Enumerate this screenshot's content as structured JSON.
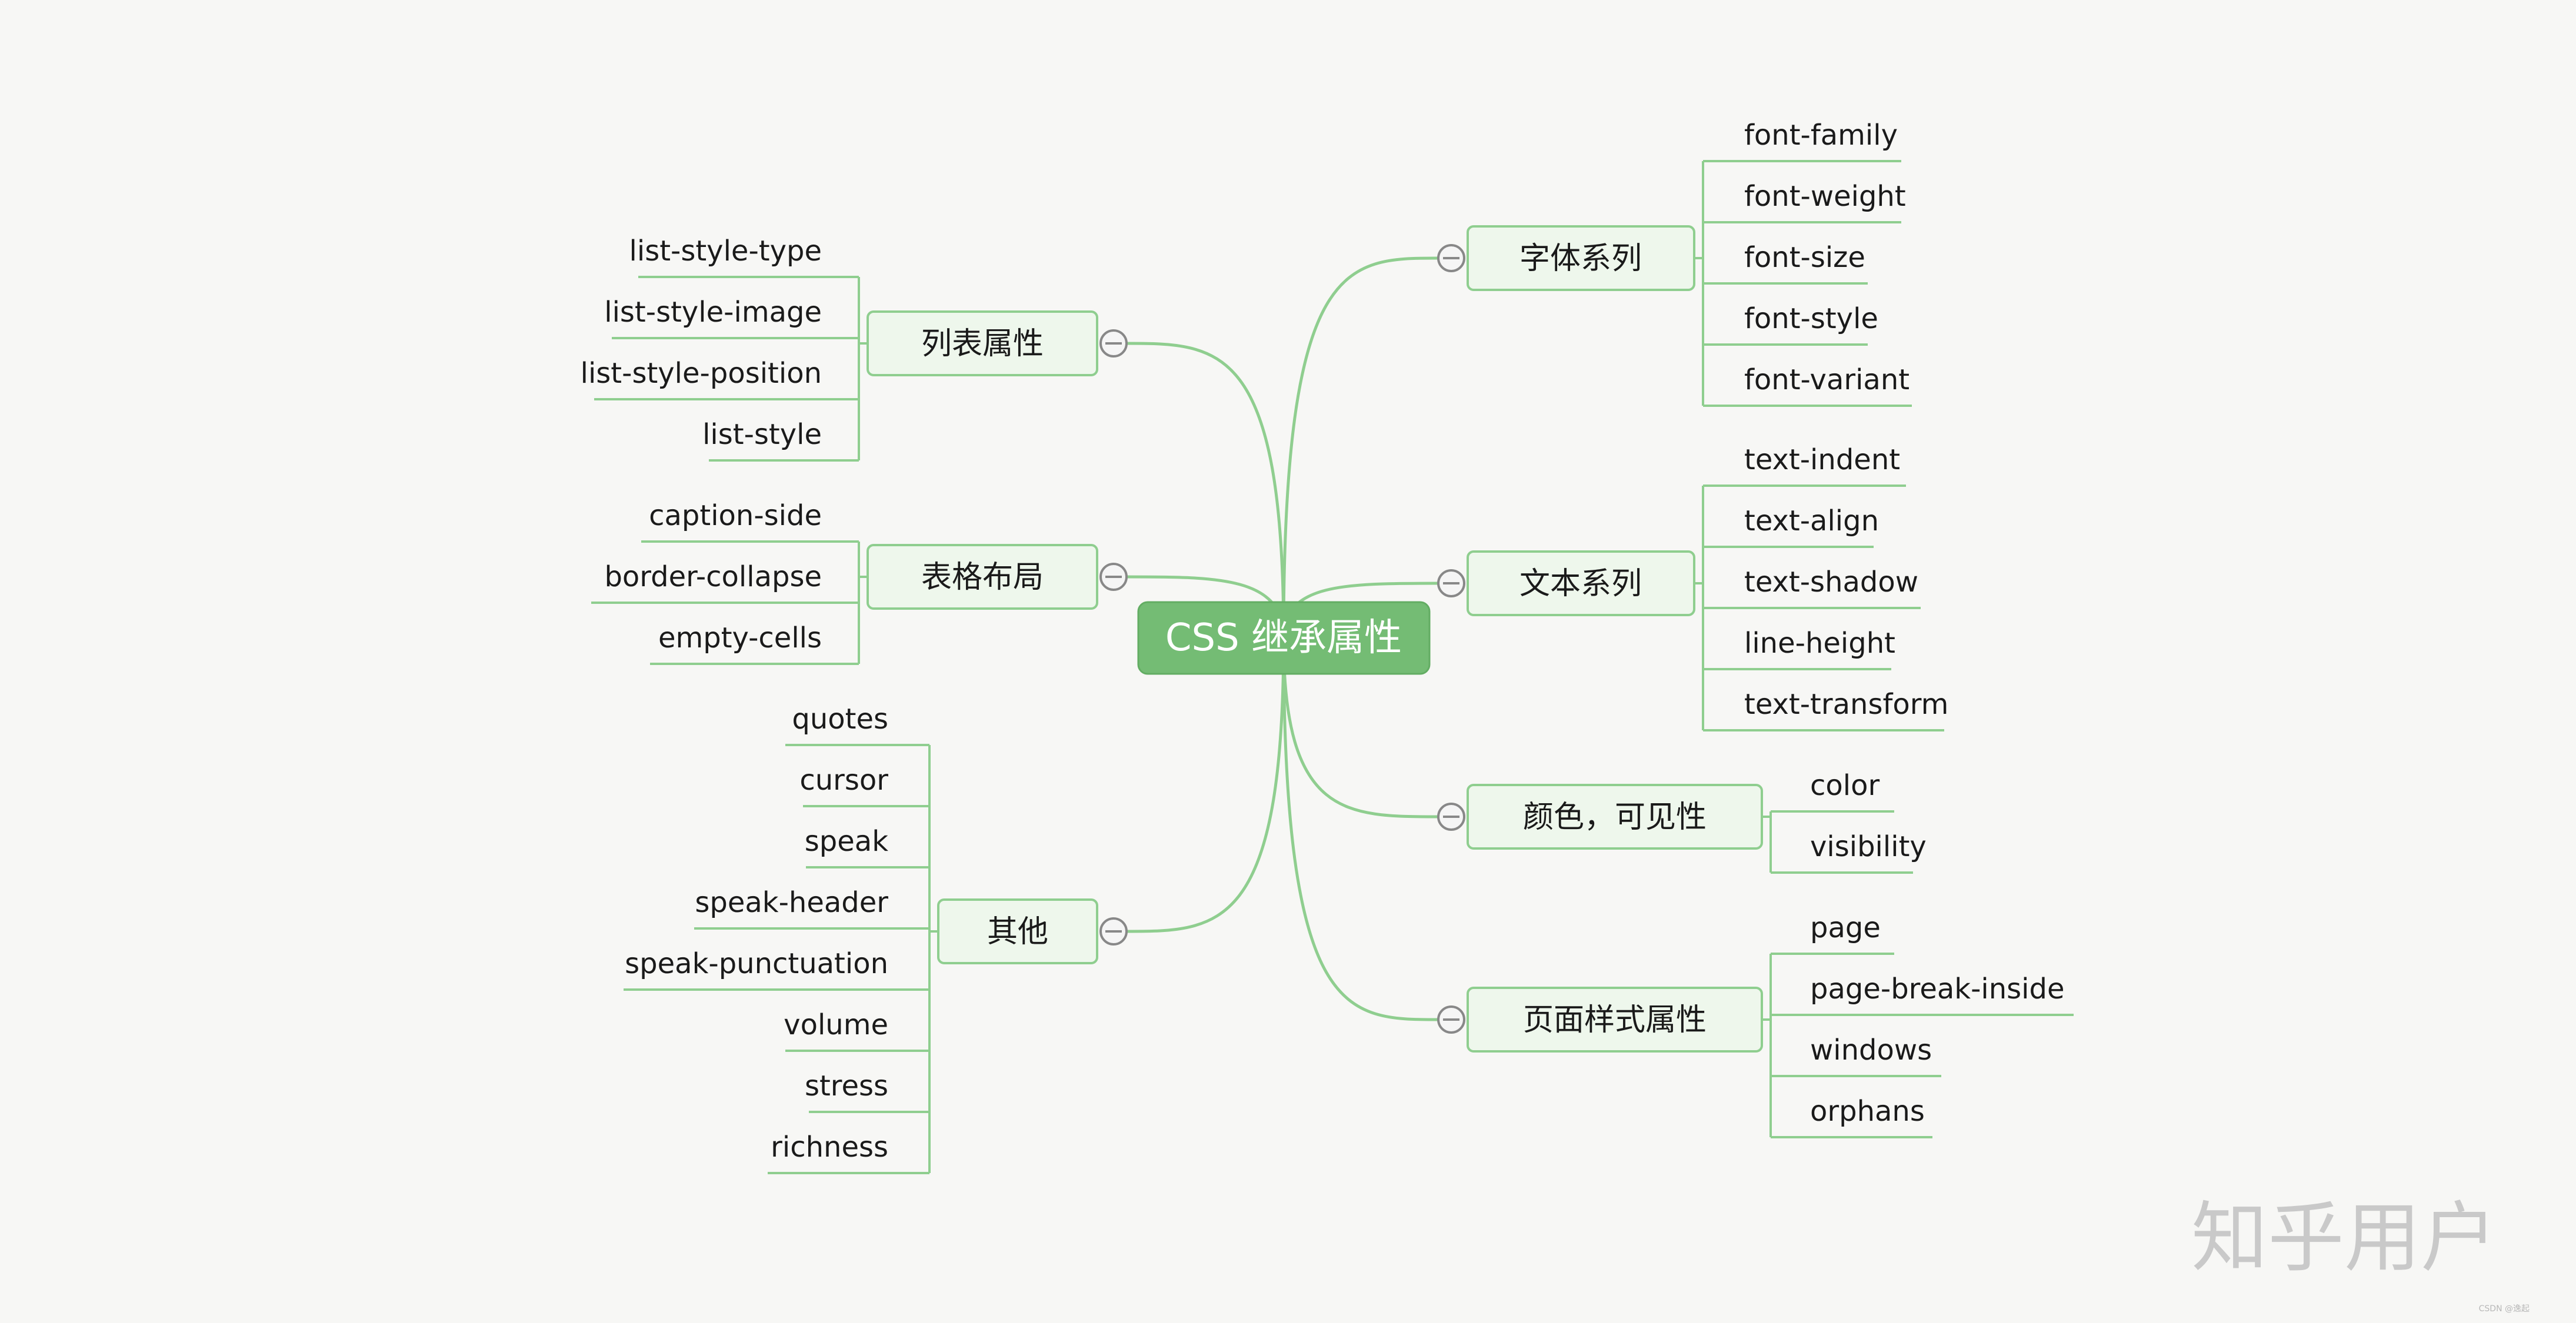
{
  "root": {
    "label": "CSS 继承属性"
  },
  "right_topics": [
    {
      "label": "字体系列",
      "children": [
        "font-family",
        "font-weight",
        "font-size",
        "font-style",
        "font-variant"
      ]
    },
    {
      "label": "文本系列",
      "children": [
        "text-indent",
        "text-align",
        "text-shadow",
        "line-height",
        "text-transform"
      ]
    },
    {
      "label": "颜色，可见性",
      "children": [
        "color",
        "visibility"
      ]
    },
    {
      "label": "页面样式属性",
      "children": [
        "page",
        "page-break-inside",
        "windows",
        "orphans"
      ]
    }
  ],
  "left_topics": [
    {
      "label": "列表属性",
      "children": [
        "list-style-type",
        "list-style-image",
        "list-style-position",
        "list-style"
      ]
    },
    {
      "label": "表格布局",
      "children": [
        "caption-side",
        "border-collapse",
        "empty-cells"
      ]
    },
    {
      "label": "其他",
      "children": [
        "quotes",
        "cursor",
        "speak",
        "speak-header",
        "speak-punctuation",
        "volume",
        "stress",
        "richness"
      ]
    }
  ],
  "watermark": {
    "text": "知乎用户",
    "small": "CSDN @逸起"
  },
  "colors": {
    "root_fill": "#74bc74",
    "topic_border": "#8fce8f",
    "topic_fill": "#eef7ec",
    "line": "#8fce8f"
  }
}
